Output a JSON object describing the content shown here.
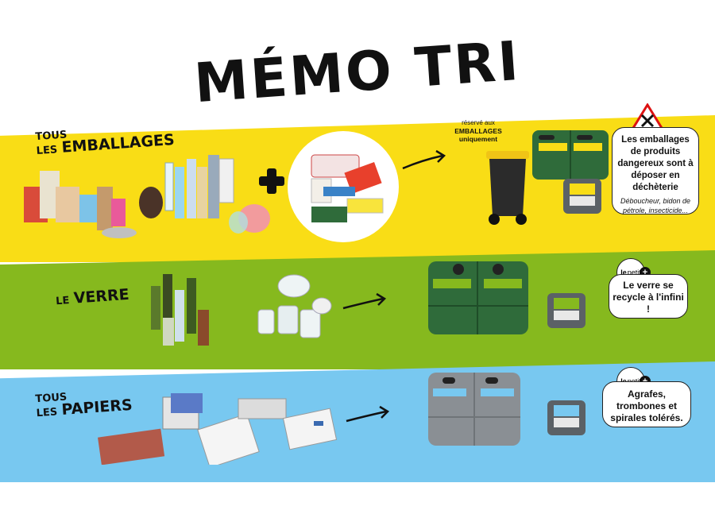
{
  "title": "MÉMO TRI",
  "sections": {
    "emballages": {
      "label_small": "TOUS",
      "label_prefix": "LES",
      "label_main": "EMBALLAGES",
      "reserve_top": "réservé aux",
      "reserve_bold": "EMBALLAGES",
      "reserve_bottom": "uniquement",
      "warning_bold": "Les emballages de produits dangereux sont à déposer en déchèterie",
      "warning_examples": "Déboucheur, bidon de pétrole, insecticide..."
    },
    "verre": {
      "label_prefix": "LE",
      "label_main": "VERRE",
      "badge_le": "le",
      "badge_word": "petit",
      "badge_plus": "+",
      "tip": "Le verre se recycle à l'infini !"
    },
    "papiers": {
      "label_small": "TOUS",
      "label_prefix": "LES",
      "label_main": "PAPIERS",
      "badge_le": "le",
      "badge_word": "petit",
      "badge_plus": "+",
      "tip": "Agrafes, trombones et spirales tolérés."
    }
  },
  "icons": {
    "plus": "plus-sign",
    "arrow": "right-arrow",
    "warning": "no-entry-triangle"
  },
  "colors": {
    "yellow_band": "#f9dd16",
    "green_band": "#86b91e",
    "blue_band": "#78c8f0",
    "bin_green": "#2f6b3a",
    "bin_grey": "#8a8f94"
  }
}
